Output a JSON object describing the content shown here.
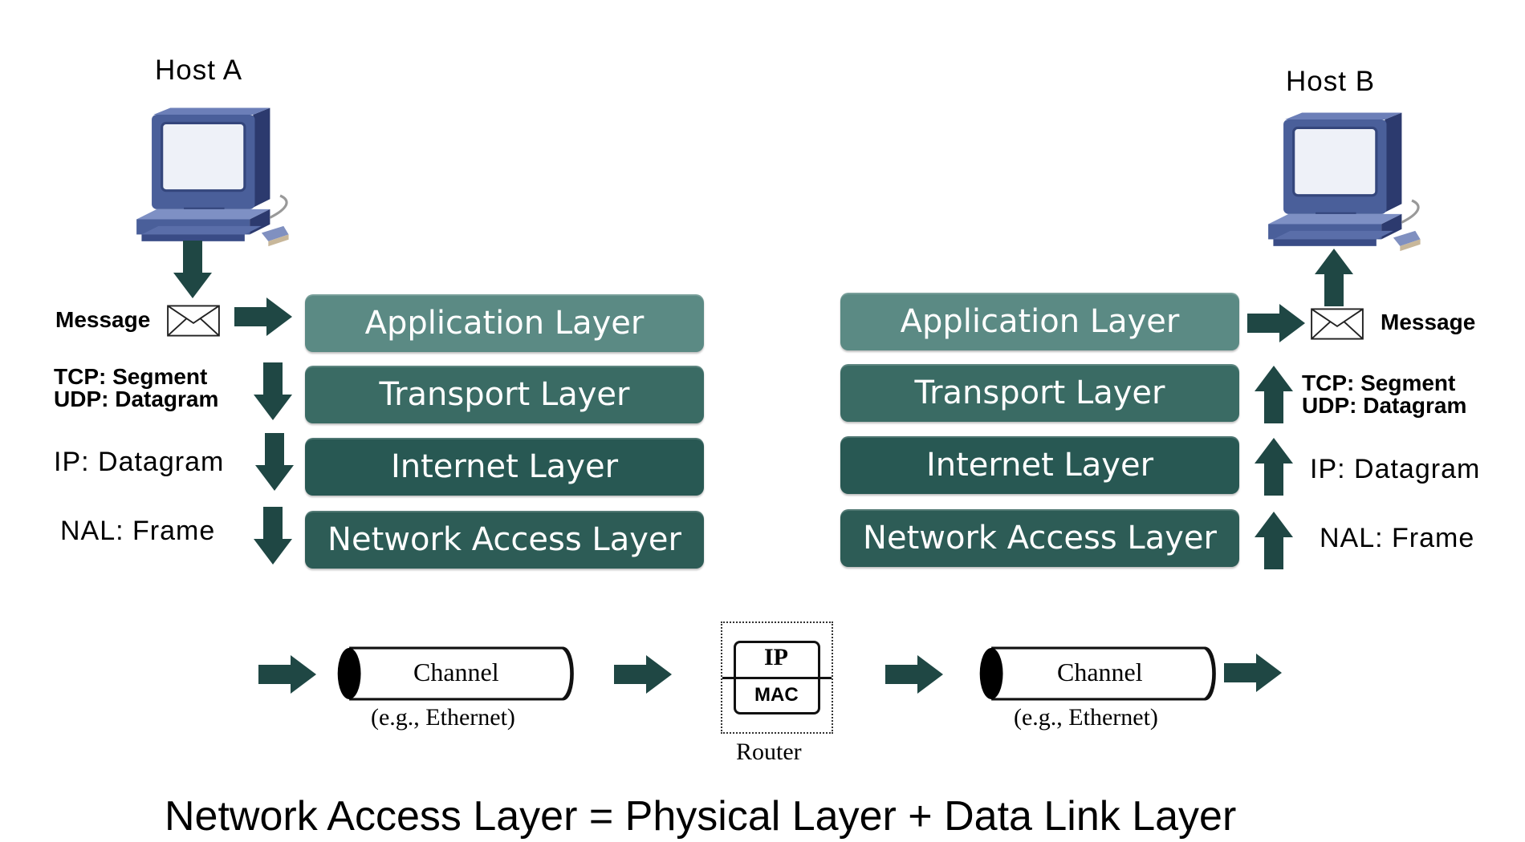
{
  "hosts": {
    "a_label": "Host A",
    "b_label": "Host B"
  },
  "layers": {
    "application": "Application Layer",
    "transport": "Transport Layer",
    "internet": "Internet Layer",
    "network_access": "Network Access Layer"
  },
  "pdu": {
    "message": "Message",
    "tcp": "TCP: Segment",
    "udp": "UDP: Datagram",
    "ip": "IP: Datagram",
    "nal": "NAL: Frame"
  },
  "bottom": {
    "channel": "Channel",
    "channel_example": "(e.g., Ethernet)",
    "router_ip": "IP",
    "router_mac": "MAC",
    "router_label": "Router"
  },
  "footer": "Network Access Layer = Physical Layer + Data Link Layer",
  "colors": {
    "arrow": "#1f4744",
    "application": "#5b8a84",
    "transport": "#3a6b64",
    "internet": "#285853",
    "network_access": "#2d5c56",
    "computer": "#4a5f9a"
  }
}
